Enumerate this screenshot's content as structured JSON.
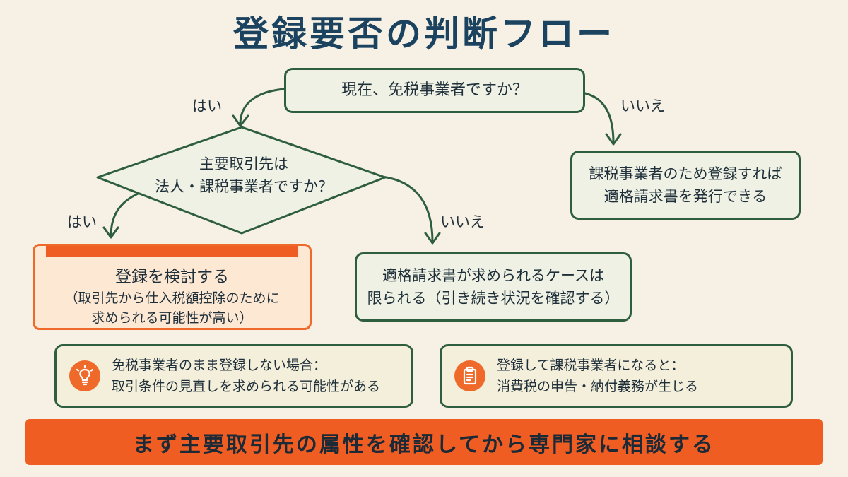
{
  "title": "登録要否の判断フロー",
  "q1": {
    "text": "現在、免税事業者ですか？"
  },
  "q1_yes": "はい",
  "q1_no": "いいえ",
  "taxable_result": {
    "line1": "課税事業者のため登録すれば",
    "line2": "適格請求書を発行できる"
  },
  "q2": {
    "line1": "主要取引先は",
    "line2": "法人・課税事業者ですか？"
  },
  "q2_yes": "はい",
  "q2_no": "いいえ",
  "consider": {
    "main": "登録を検討する",
    "sub1": "（取引先から仕入税額控除のために",
    "sub2": "求められる可能性が高い）"
  },
  "limited": {
    "line1": "適格請求書が求められるケースは",
    "line2": "限られる（引き続き状況を確認する）"
  },
  "note_left": {
    "icon": "lightbulb-icon",
    "line1": "免税事業者のまま登録しない場合：",
    "line2": "取引条件の見直しを求められる可能性がある"
  },
  "note_right": {
    "icon": "clipboard-icon",
    "line1": "登録して課税事業者になると：",
    "line2": "消費税の申告・納付義務が生じる"
  },
  "banner": "まず主要取引先の属性を確認してから専門家に相談する",
  "colors": {
    "accent": "#ef5d22",
    "green": "#2e5e3e",
    "navy": "#1b4360"
  }
}
